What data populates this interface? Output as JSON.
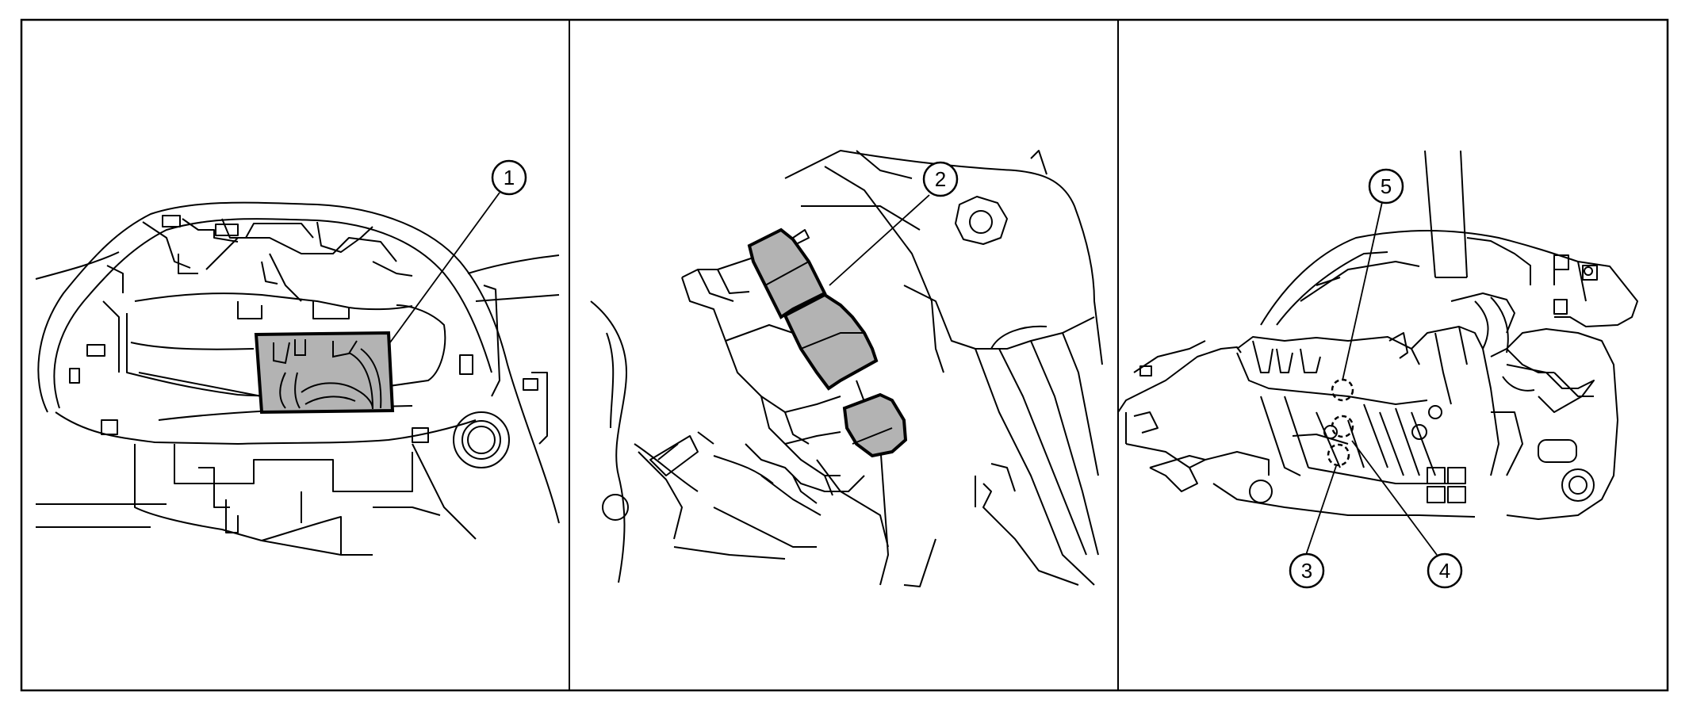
{
  "figure": {
    "panels": [
      {
        "id": "left",
        "callouts": [
          "1"
        ]
      },
      {
        "id": "middle",
        "callouts": [
          "2"
        ]
      },
      {
        "id": "right",
        "callouts": [
          "5",
          "3",
          "4"
        ]
      }
    ]
  },
  "colors": {
    "line": "#000000",
    "highlight": "#b3b3b3",
    "background": "#ffffff"
  }
}
